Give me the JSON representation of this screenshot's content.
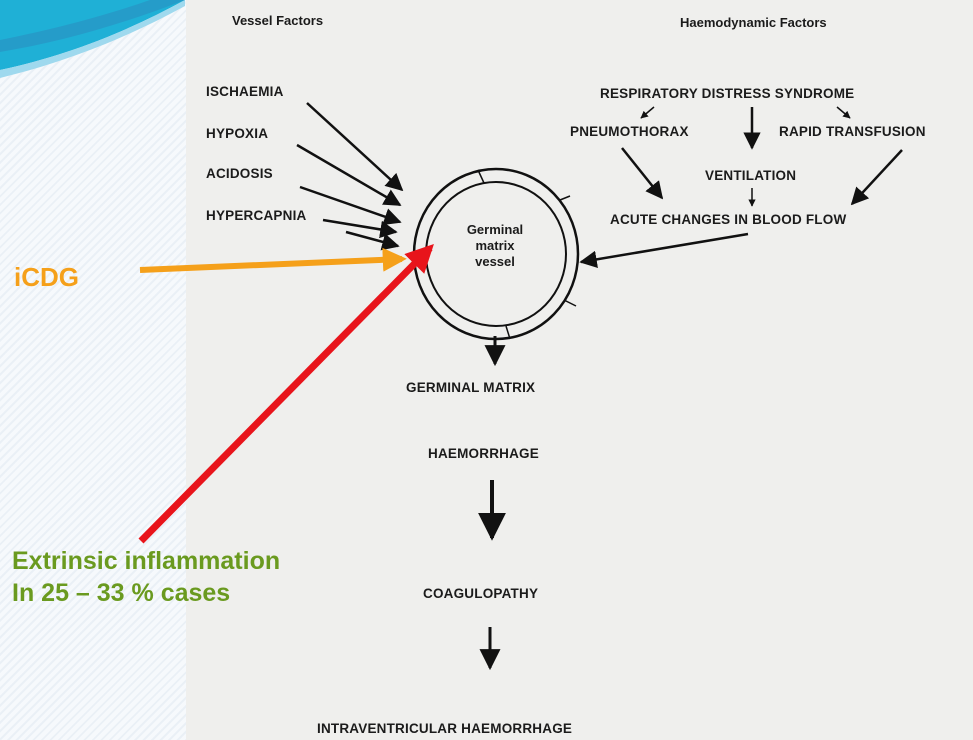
{
  "headers": {
    "vessel_factors": "Vessel Factors",
    "haemodynamic_factors": "Haemodynamic Factors"
  },
  "vessel_factor_items": {
    "ischaemia": "ISCHAEMIA",
    "hypoxia": "HYPOXIA",
    "acidosis": "ACIDOSIS",
    "hypercapnia": "HYPERCAPNIA"
  },
  "haemodynamic_items": {
    "respiratory_distress": "RESPIRATORY DISTRESS SYNDROME",
    "pneumothorax": "PNEUMOTHORAX",
    "rapid_transfusion": "RAPID TRANSFUSION",
    "ventilation": "VENTILATION",
    "acute_changes": "ACUTE CHANGES IN BLOOD FLOW"
  },
  "vessel": {
    "line1": "Germinal",
    "line2": "matrix",
    "line3": "vessel"
  },
  "outcomes": {
    "germinal_matrix": "GERMINAL MATRIX",
    "haemorrhage": "HAEMORRHAGE",
    "coagulopathy": "COAGULOPATHY",
    "ivh": "INTRAVENTRICULAR HAEMORRHAGE"
  },
  "annotations": {
    "icdg": "iCDG",
    "extrinsic_line1": "Extrinsic inflammation",
    "extrinsic_line2": "In 25 – 33 % cases"
  },
  "colors": {
    "icdg": "#f5a01a",
    "extrinsic": "#6a9a1f",
    "red_arrow": "#e8141b",
    "orange_arrow": "#f5a01a"
  }
}
